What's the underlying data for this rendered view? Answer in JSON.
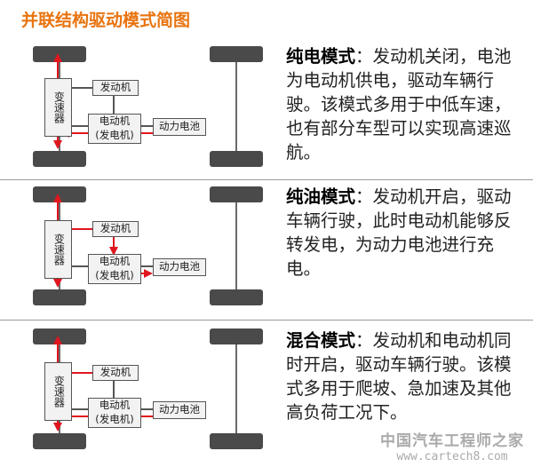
{
  "title": "并联结构驱动模式简图",
  "panels": [
    {
      "labels": {
        "gearbox": "变速器",
        "engine": "发动机",
        "motor_line1": "电动机",
        "motor_line2": "(发电机)",
        "battery": "动力电池"
      },
      "mode_name": "纯电模式",
      "mode_text": "：发动机关闭，电池为电动机供电，驱动车辆行驶。该模式多用于中低车速，也有部分车型可以实现高速巡航。"
    },
    {
      "labels": {
        "gearbox": "变速器",
        "engine": "发动机",
        "motor_line1": "电动机",
        "motor_line2": "(发电机)",
        "battery": "动力电池"
      },
      "mode_name": "纯油模式",
      "mode_text": "：发动机开启，驱动车辆行驶，此时电动机能够反转发电，为动力电池进行充电。"
    },
    {
      "labels": {
        "gearbox": "变速器",
        "engine": "发动机",
        "motor_line1": "电动机",
        "motor_line2": "(发电机)",
        "battery": "动力电池"
      },
      "mode_name": "混合模式",
      "mode_text": "：发动机和电动机同时开启，驱动车辆行驶。该模式多用于爬坡、急加速及其他高负荷工况下。"
    }
  ],
  "watermark": {
    "line1": "中国汽车工程师之家",
    "line2": "www.cartech8.com"
  },
  "colors": {
    "title": "#e8740f",
    "arrow": "#e0161e",
    "wheel": "#4a4a4a",
    "axle": "#6a6a6a"
  }
}
